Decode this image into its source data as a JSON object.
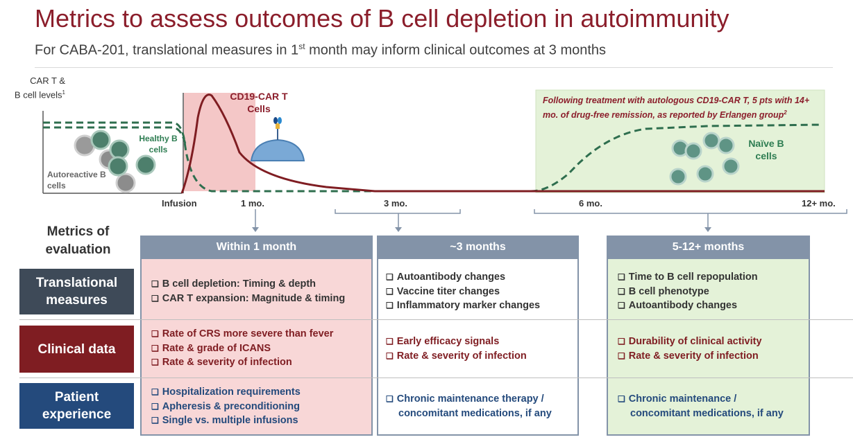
{
  "header": {
    "title": "Metrics to assess outcomes of B cell depletion in autoimmunity",
    "subtitle_pre": "For CABA-201, translational measures in 1",
    "subtitle_sup": "st",
    "subtitle_post": " month may inform clinical outcomes at 3 months"
  },
  "diagram": {
    "ylabel_line1": "CAR T &",
    "ylabel_line2": "B cell levels",
    "ylabel_sup": "1",
    "time_labels": [
      "Infusion",
      "1 mo.",
      "3 mo.",
      "6 mo.",
      "12+ mo."
    ],
    "car_t_label": "CD19-CAR T Cells",
    "healthy_b_label": "Healthy B cells",
    "autoreactive_label": "Autoreactive B cells",
    "naive_label": "Naïve B cells",
    "erlangen_text": "Following treatment with autologous CD19-CAR T, 5 pts with 14+ mo. of drug-free remission, as reported by Erlangen group",
    "erlangen_sup": "2",
    "colors": {
      "car_t_curve": "#7f1d22",
      "b_cell_dashed": "#2e6e4e",
      "car_t_window": "#f4c7c7",
      "remission_window": "#e4f2d8"
    }
  },
  "metrics": {
    "heading": "Metrics of evaluation",
    "rows": {
      "translational": "Translational measures",
      "clinical": "Clinical data",
      "patient": "Patient experience"
    },
    "columns": [
      {
        "header": "Within 1 month",
        "translational": [
          "B cell depletion: Timing & depth",
          "CAR T expansion: Magnitude & timing"
        ],
        "clinical": [
          "Rate of CRS more severe than fever",
          "Rate & grade of ICANS",
          "Rate & severity of infection"
        ],
        "patient": [
          "Hospitalization requirements",
          "Apheresis & preconditioning",
          "Single vs. multiple infusions"
        ]
      },
      {
        "header": "~3 months",
        "translational": [
          "Autoantibody changes",
          "Vaccine titer changes",
          "Inflammatory marker changes"
        ],
        "clinical": [
          "Early efficacy signals",
          "Rate & severity of infection"
        ],
        "patient_line1": "Chronic maintenance therapy /",
        "patient_line2": "concomitant medications, if any"
      },
      {
        "header": "5-12+ months",
        "translational": [
          "Time to B cell repopulation",
          "B cell phenotype",
          "Autoantibody changes"
        ],
        "clinical": [
          "Durability of clinical activity",
          "Rate & severity of infection"
        ],
        "patient_line1": "Chronic maintenance /",
        "patient_line2": "concomitant medications, if any"
      }
    ]
  }
}
